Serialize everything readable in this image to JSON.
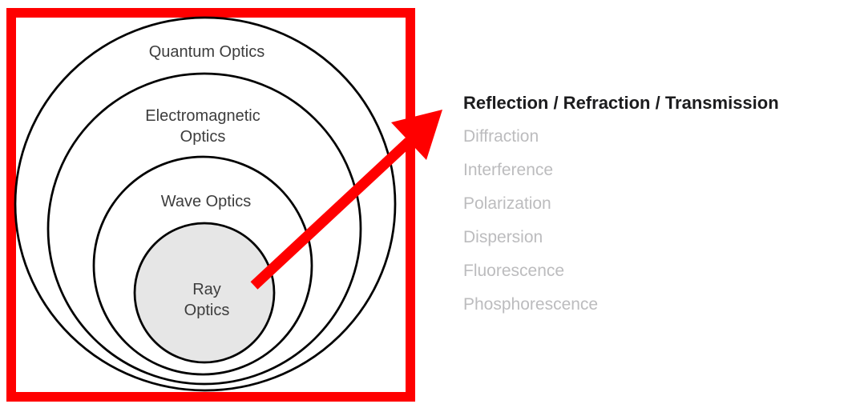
{
  "diagram": {
    "frame_color": "#ff0000",
    "circle_stroke_color": "#000000",
    "inner_circle_fill": "#e6e6e6",
    "label_color": "#3d3d3d",
    "arrow_color": "#ff0000",
    "circles": [
      {
        "name": "quantum-optics",
        "lines": [
          "Quantum Optics"
        ]
      },
      {
        "name": "electromagnetic-optics",
        "lines": [
          "Electromagnetic",
          "Optics"
        ]
      },
      {
        "name": "wave-optics",
        "lines": [
          "Wave Optics"
        ]
      },
      {
        "name": "ray-optics",
        "lines": [
          "Ray",
          "Optics"
        ]
      }
    ]
  },
  "phenomena_list": {
    "highlighted_item": "Reflection / Refraction / Transmission",
    "highlight_color": "#1c1c1e",
    "muted_color": "#bcbcbe",
    "items": [
      "Diffraction",
      "Interference",
      "Polarization",
      "Dispersion",
      "Fluorescence",
      "Phosphorescence"
    ]
  }
}
